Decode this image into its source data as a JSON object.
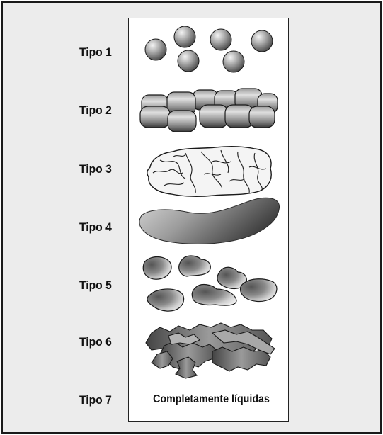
{
  "types": [
    {
      "label": "Tipo 1"
    },
    {
      "label": "Tipo 2"
    },
    {
      "label": "Tipo 3"
    },
    {
      "label": "Tipo 4"
    },
    {
      "label": "Tipo 5"
    },
    {
      "label": "Tipo 6"
    },
    {
      "label": "Tipo 7",
      "description": "Completamente líquidas"
    }
  ],
  "colors": {
    "background": "#ececec",
    "panel": "#ffffff",
    "shape_dark": "#4a4a4a",
    "shape_light": "#d8d8d8",
    "outline": "#1a1a1a"
  }
}
